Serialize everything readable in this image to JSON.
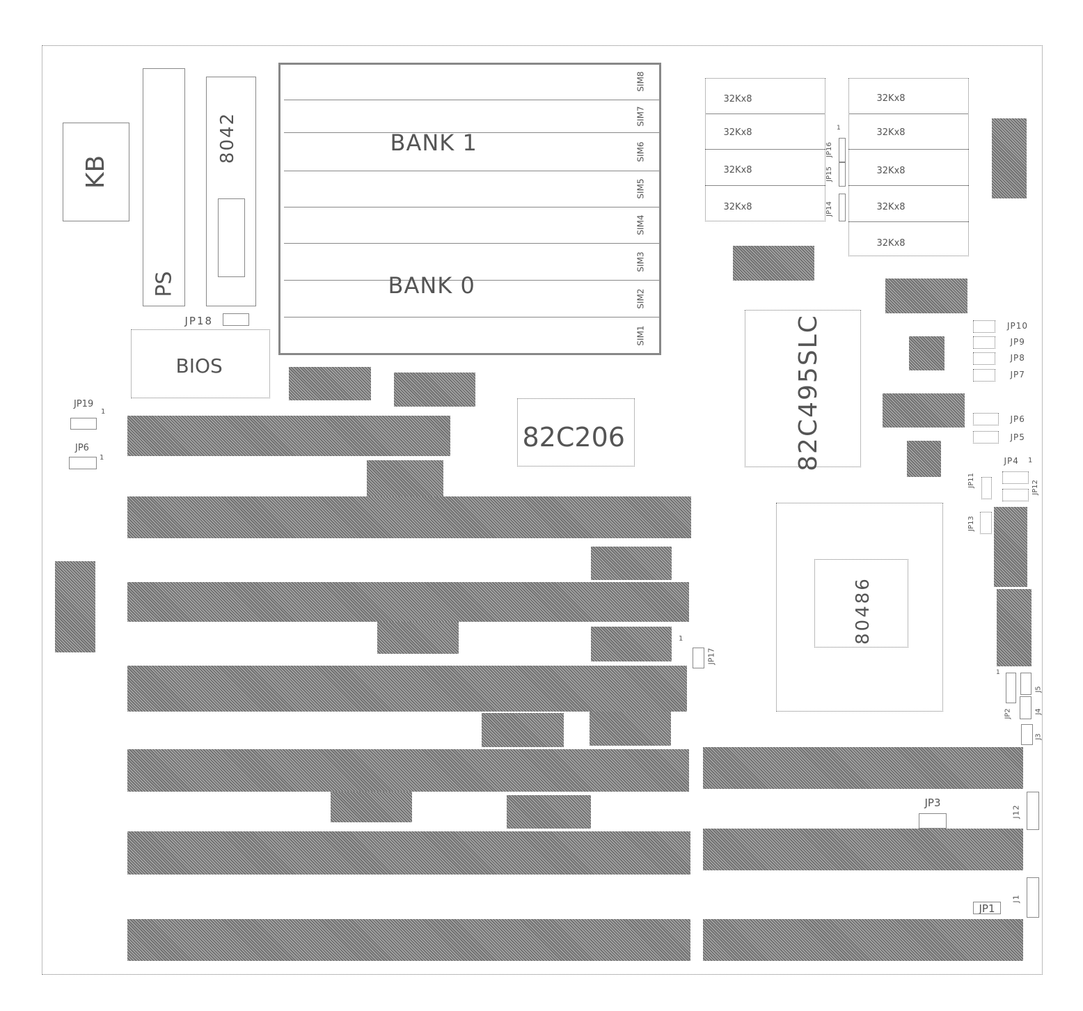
{
  "board": {
    "kb": "KB",
    "ps": "PS",
    "kbc": "8042",
    "jp18": "JP18",
    "bios": "BIOS",
    "rtc": "82C206",
    "chipset": "82C495SLC",
    "cpu": "80486",
    "bank1": "BANK 1",
    "bank0": "BANK 0",
    "simms": [
      "SIM8",
      "SIM7",
      "SIM6",
      "SIM5",
      "SIM4",
      "SIM3",
      "SIM2",
      "SIM1"
    ],
    "sram_left": [
      "32Kx8",
      "32Kx8",
      "32Kx8",
      "32Kx8"
    ],
    "sram_right": [
      "32Kx8",
      "32Kx8",
      "32Kx8",
      "32Kx8",
      "32Kx8"
    ],
    "jumpers": {
      "jp1": "JP1",
      "jp2": "JP2",
      "jp3": "JP3",
      "jp4": "JP4",
      "jp5": "JP5",
      "jp6r": "JP6",
      "jp7": "JP7",
      "jp8": "JP8",
      "jp9": "JP9",
      "jp10": "JP10",
      "jp11": "JP11",
      "jp12": "JP12",
      "jp13": "JP13",
      "jp14": "JP14",
      "jp15": "JP15",
      "jp16": "JP16",
      "jp17": "JP17",
      "jp19": "JP19",
      "jp6l": "JP6"
    },
    "connectors": {
      "j1": "J1",
      "j3": "J3",
      "j4": "J4",
      "j5": "J5",
      "j12": "J12"
    },
    "pin1": "1"
  }
}
